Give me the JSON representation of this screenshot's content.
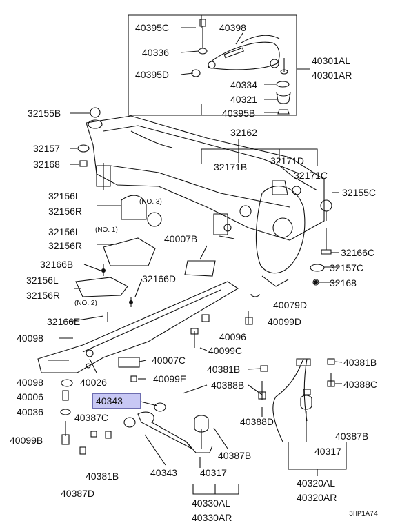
{
  "parts": {
    "p40395C": "40395C",
    "p40398": "40398",
    "p40336": "40336",
    "p40395D": "40395D",
    "p40334": "40334",
    "p40321": "40321",
    "p40395B": "40395B",
    "p40301AL": "40301AL",
    "p40301AR": "40301AR",
    "p32155B": "32155B",
    "p32157": "32157",
    "p32168a": "32168",
    "p32162": "32162",
    "p32171B": "32171B",
    "p32171D": "32171D",
    "p32171C": "32171C",
    "p32155C": "32155C",
    "p32156La": "32156L",
    "p32156Ra": "32156R",
    "no3": "(NO. 3)",
    "p32156Lb": "32156L",
    "no1": "(NO. 1)",
    "p32156Rb": "32156R",
    "p40007B": "40007B",
    "p32166C": "32166C",
    "p32157C": "32157C",
    "p32168b": "32168",
    "p32166B": "32166B",
    "p32156Lc": "32156L",
    "p32156Rc": "32156R",
    "no2": "(NO. 2)",
    "p32166D": "32166D",
    "p40079D": "40079D",
    "p32166E": "32166E",
    "p40099D": "40099D",
    "p40098a": "40098",
    "p40096": "40096",
    "p40099C": "40099C",
    "p40007C": "40007C",
    "p40381Ba": "40381B",
    "p40381Bb": "40381B",
    "p40098b": "40098",
    "p40026": "40026",
    "p40099E": "40099E",
    "p40388Ba": "40388B",
    "p40388Ca": "40388C",
    "p40006": "40006",
    "p40343hl": "40343",
    "p40036": "40036",
    "p40387Ca": "40387C",
    "p40388D": "40388D",
    "p40387Ba": "40387B",
    "p40099B": "40099B",
    "p40387Bb": "40387B",
    "p40317a": "40317",
    "p40381Bc": "40381B",
    "p40343": "40343",
    "p40317b": "40317",
    "p40387D": "40387D",
    "p40320AL": "40320AL",
    "p40320AR": "40320AR",
    "p40330AL": "40330AL",
    "p40330AR": "40330AR"
  },
  "stamp": "3HP1A74",
  "colors": {
    "highlight_fill": "#c8c8f4",
    "highlight_border": "#6d6db0",
    "ink": "#111111"
  }
}
